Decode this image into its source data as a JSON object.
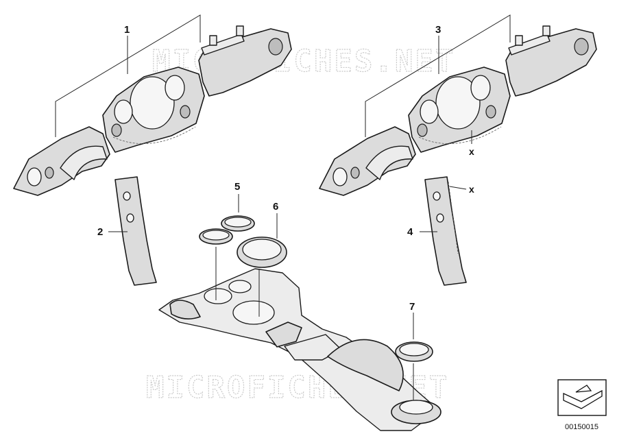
{
  "watermarks": [
    "MICROFICHES.NET",
    "MICROFICHES.NET"
  ],
  "callouts": {
    "c1": "1",
    "c2": "2",
    "c3": "3",
    "c4": "4",
    "c5": "5",
    "c6": "6",
    "c7": "7"
  },
  "marks": {
    "x_upper": "x",
    "x_lower": "x"
  },
  "document_number": "00150015"
}
